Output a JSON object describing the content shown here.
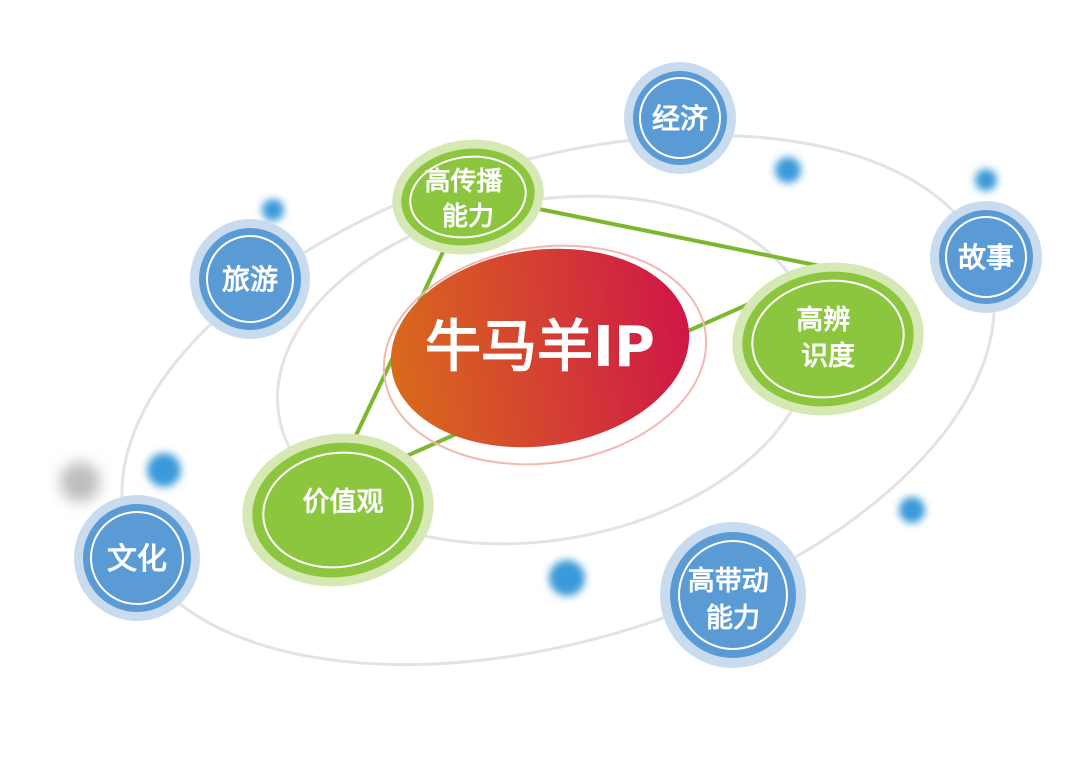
{
  "center": {
    "label": "牛马羊IP",
    "gradient_from": "#d96a1c",
    "gradient_to": "#cf1747"
  },
  "attributes": [
    {
      "id": "spread",
      "lines": [
        "高传播",
        "能力"
      ]
    },
    {
      "id": "recog",
      "lines": [
        "高辨",
        "识度"
      ]
    },
    {
      "id": "values",
      "lines": [
        "价值观"
      ]
    }
  ],
  "domains": [
    {
      "id": "economy",
      "lines": [
        "经济"
      ]
    },
    {
      "id": "story",
      "lines": [
        "故事"
      ]
    },
    {
      "id": "tourism",
      "lines": [
        "旅游"
      ]
    },
    {
      "id": "culture",
      "lines": [
        "文化"
      ]
    },
    {
      "id": "drive",
      "lines": [
        "高带动",
        "能力"
      ]
    }
  ],
  "colors": {
    "green_fill": "#8cc63f",
    "green_halo": "#d6e8b4",
    "blue_fill": "#5b9bd5",
    "blue_halo": "#c9dcef",
    "orbit": "#e3e3e3",
    "triangle": "#7cb82f",
    "dot": "#3a9ad9"
  }
}
